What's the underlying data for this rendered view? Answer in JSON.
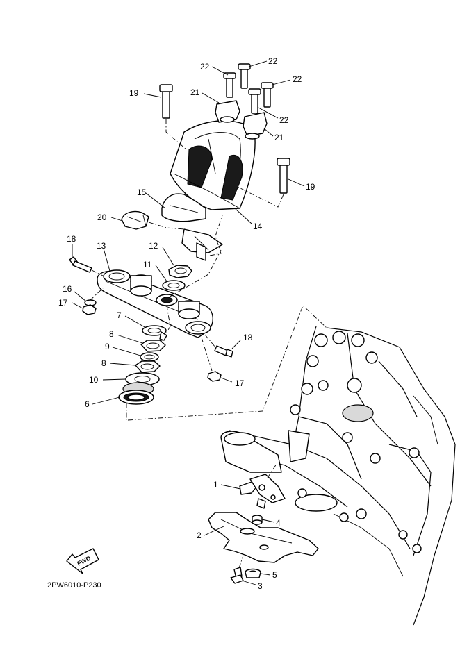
{
  "callouts": [
    {
      "id": "c1",
      "text": "1"
    },
    {
      "id": "c2",
      "text": "2"
    },
    {
      "id": "c3",
      "text": "3"
    },
    {
      "id": "c4",
      "text": "4"
    },
    {
      "id": "c5",
      "text": "5"
    },
    {
      "id": "c6",
      "text": "6"
    },
    {
      "id": "c7",
      "text": "7"
    },
    {
      "id": "c8a",
      "text": "8"
    },
    {
      "id": "c8b",
      "text": "8"
    },
    {
      "id": "c9",
      "text": "9"
    },
    {
      "id": "c10",
      "text": "10"
    },
    {
      "id": "c11",
      "text": "11"
    },
    {
      "id": "c12",
      "text": "12"
    },
    {
      "id": "c13",
      "text": "13"
    },
    {
      "id": "c14",
      "text": "14"
    },
    {
      "id": "c15",
      "text": "15"
    },
    {
      "id": "c16",
      "text": "16"
    },
    {
      "id": "c17a",
      "text": "17"
    },
    {
      "id": "c17b",
      "text": "17"
    },
    {
      "id": "c18a",
      "text": "18"
    },
    {
      "id": "c18b",
      "text": "18"
    },
    {
      "id": "c19a",
      "text": "19"
    },
    {
      "id": "c19b",
      "text": "19"
    },
    {
      "id": "c20",
      "text": "20"
    },
    {
      "id": "c21a",
      "text": "21"
    },
    {
      "id": "c21b",
      "text": "21"
    },
    {
      "id": "c22a",
      "text": "22"
    },
    {
      "id": "c22b",
      "text": "22"
    },
    {
      "id": "c22c",
      "text": "22"
    },
    {
      "id": "c22d",
      "text": "22"
    }
  ],
  "fwd_label": "FWD",
  "diagram_code": "2PW6010-P230"
}
